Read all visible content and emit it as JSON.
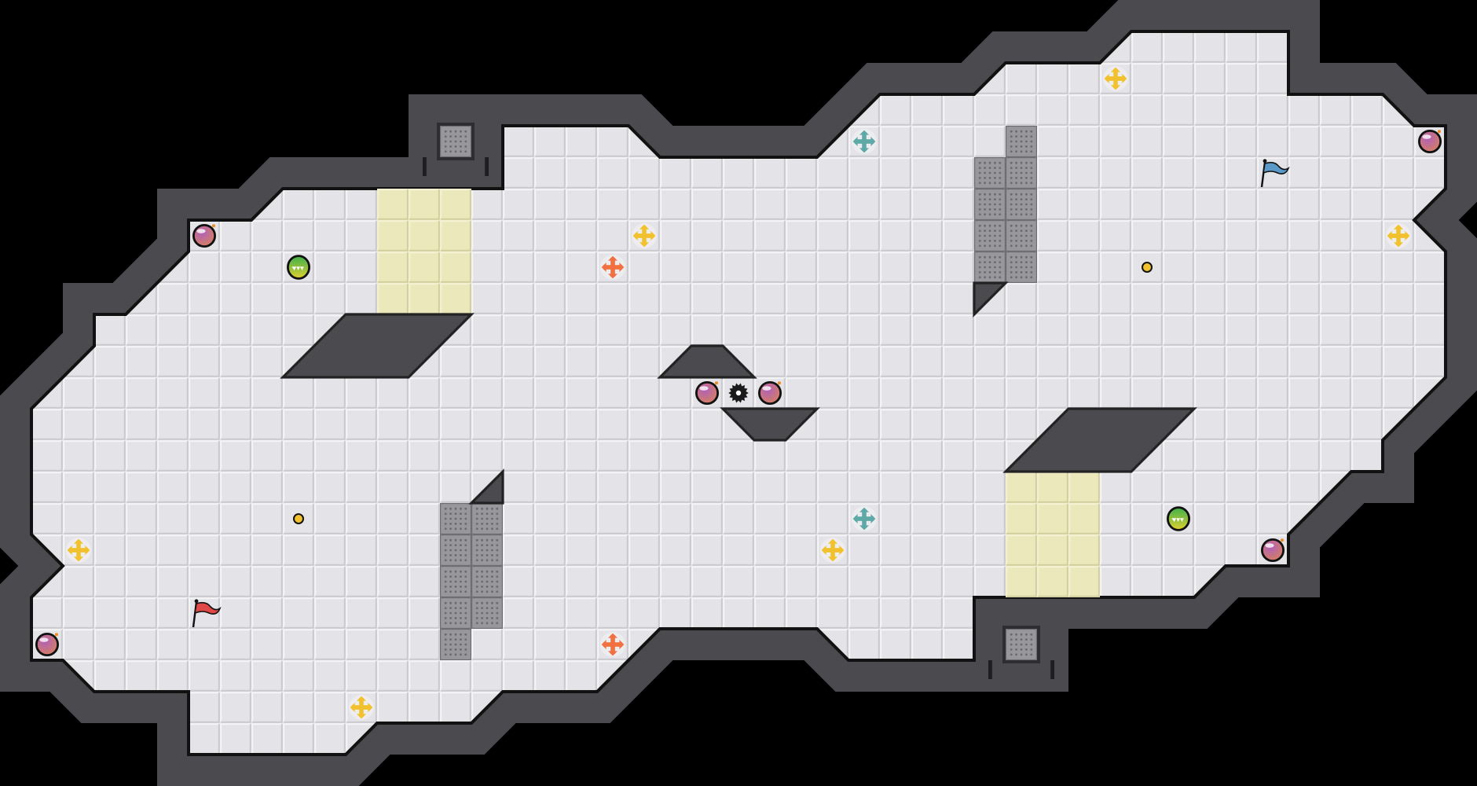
{
  "level": {
    "colors": {
      "background": "#000000",
      "wall": "#4a4a4f",
      "floor": "#e4e4e8",
      "grid_light": "#f3f3f5",
      "grid_dark": "#c9c9ce",
      "sticky_zone": "#ebe8bc",
      "metal_block": "#8c8c90",
      "bomb": "#9a4f9a",
      "bounce_pad": "#5fbf4a",
      "yellow_launcher": "#f2c12e",
      "orange_launcher": "#f07040",
      "teal_launcher": "#5fa8a8",
      "coin": "#f2c12e",
      "start_flag": "#e04848",
      "goal_flag": "#5a9ac8",
      "saw": "#1a1a1a"
    },
    "counts": {
      "bombs": 6,
      "bounce_pads": 2,
      "yellow_launchers": 6,
      "orange_launchers": 2,
      "teal_launchers": 2,
      "coins": 2,
      "saws": 1
    }
  }
}
